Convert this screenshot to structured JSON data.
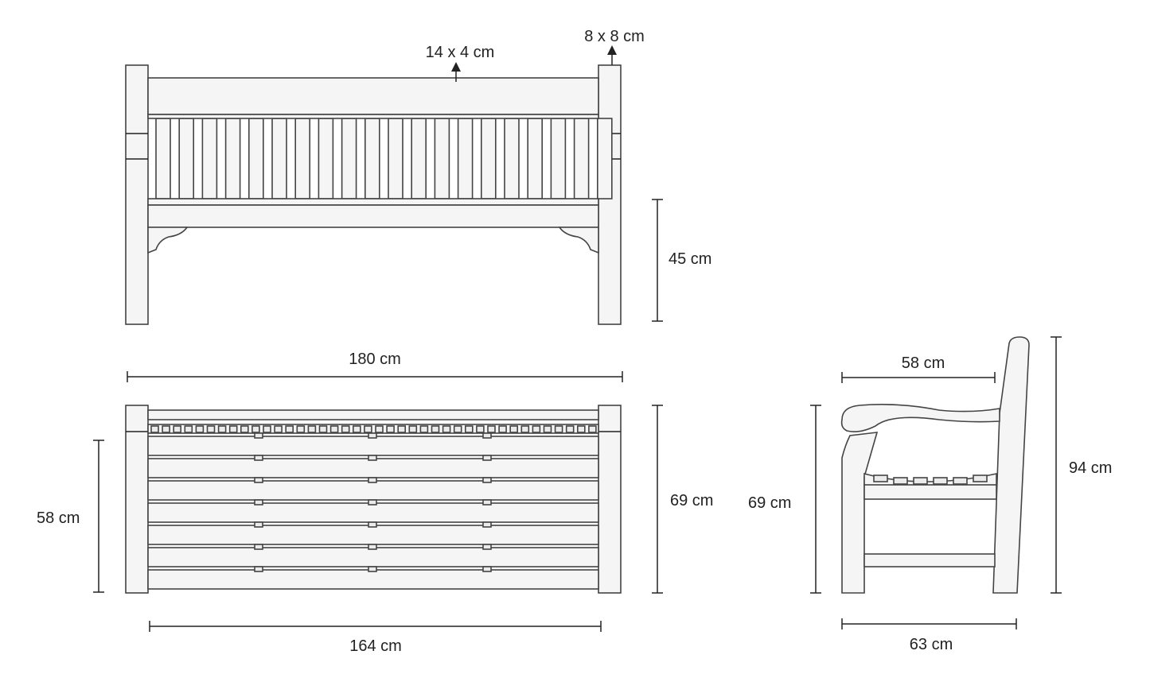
{
  "front_view": {
    "backrest_label": "14 x 4 cm",
    "post_label": "8 x 8 cm",
    "seat_height_label": "45 cm"
  },
  "top_view": {
    "overall_width_label": "180 cm",
    "inner_width_label": "164 cm",
    "seat_depth_label": "58 cm",
    "overall_depth_label": "69 cm"
  },
  "side_view": {
    "seat_depth_label": "58 cm",
    "arm_height_label": "69 cm",
    "overall_height_label": "94 cm",
    "overall_depth_label": "63 cm"
  },
  "colors": {
    "wood_fill": "#f5f5f5",
    "outline": "#444444",
    "dimension_line": "#222222"
  }
}
